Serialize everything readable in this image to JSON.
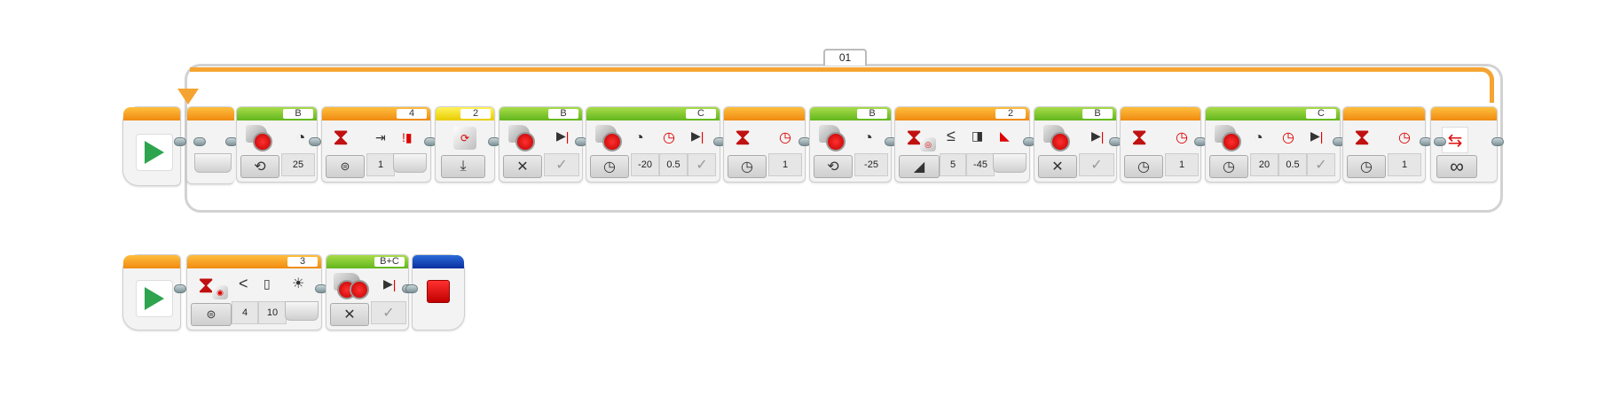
{
  "canvas": {
    "background": "#ffffff"
  },
  "colors": {
    "action_green": "#63b61c",
    "flow_orange": "#f08a10",
    "sensor_yellow": "#e8cc00",
    "advanced_blue": "#0a2fa0",
    "motor_red": "#e01010",
    "start_green": "#2ea44f"
  },
  "program1": {
    "loop": {
      "label": "01",
      "mode_icon": "infinity-icon",
      "mode_symbol": "∞"
    },
    "start": {
      "icon": "play-icon"
    },
    "blocks": [
      {
        "type": "medium-motor",
        "port": "B",
        "mode_icon": "on-icon",
        "mode_symbol": "⟲",
        "params": [
          {
            "icon": "speed-icon",
            "value": "25"
          }
        ]
      },
      {
        "type": "wait-motor-rotation-compare",
        "port": "4",
        "mode_icon": "compare-icon",
        "mode_symbol": "⊜",
        "params": [
          {
            "icon": "bumped-icon",
            "value": "1"
          },
          {
            "icon": "state-icon",
            "value": ""
          }
        ]
      },
      {
        "type": "brick-button",
        "port": "2",
        "mode_icon": "reset-icon",
        "mode_symbol": "⤓",
        "params": []
      },
      {
        "type": "medium-motor",
        "port": "B",
        "mode_icon": "off-icon",
        "mode_symbol": "✕",
        "params": [
          {
            "icon": "brake-icon",
            "value": "✓"
          }
        ]
      },
      {
        "type": "medium-motor",
        "port": "C",
        "mode_icon": "on-for-seconds-icon",
        "mode_symbol": "◷",
        "params": [
          {
            "icon": "speed-icon",
            "value": "-20"
          },
          {
            "icon": "seconds-icon",
            "value": "0.5"
          },
          {
            "icon": "brake-icon",
            "value": "✓"
          }
        ]
      },
      {
        "type": "wait-time",
        "port": "",
        "mode_icon": "timer-icon",
        "mode_symbol": "◷",
        "params": [
          {
            "icon": "seconds-icon",
            "value": "1"
          }
        ]
      },
      {
        "type": "medium-motor",
        "port": "B",
        "mode_icon": "on-icon",
        "mode_symbol": "⟲",
        "params": [
          {
            "icon": "speed-icon",
            "value": "-25"
          }
        ]
      },
      {
        "type": "wait-gyro-compare-angle",
        "port": "2",
        "mode_icon": "compare-angle-icon",
        "mode_symbol": "◢",
        "params": [
          {
            "icon": "compare-type-icon",
            "symbol": "≤",
            "value": "5"
          },
          {
            "icon": "threshold-icon",
            "value": "-45"
          },
          {
            "icon": "angle-icon",
            "value": ""
          }
        ]
      },
      {
        "type": "medium-motor",
        "port": "B",
        "mode_icon": "off-icon",
        "mode_symbol": "✕",
        "params": [
          {
            "icon": "brake-icon",
            "value": "✓"
          }
        ]
      },
      {
        "type": "wait-time",
        "port": "",
        "mode_icon": "timer-icon",
        "mode_symbol": "◷",
        "params": [
          {
            "icon": "seconds-icon",
            "value": "1"
          }
        ]
      },
      {
        "type": "medium-motor",
        "port": "C",
        "mode_icon": "on-for-seconds-icon",
        "mode_symbol": "◷",
        "params": [
          {
            "icon": "speed-icon",
            "value": "20"
          },
          {
            "icon": "seconds-icon",
            "value": "0.5"
          },
          {
            "icon": "brake-icon",
            "value": "✓"
          }
        ]
      },
      {
        "type": "wait-time",
        "port": "",
        "mode_icon": "timer-icon",
        "mode_symbol": "◷",
        "params": [
          {
            "icon": "seconds-icon",
            "value": "1"
          }
        ]
      }
    ]
  },
  "program2": {
    "start": {
      "icon": "play-icon"
    },
    "blocks": [
      {
        "type": "wait-color-sensor-compare",
        "port": "3",
        "mode_icon": "compare-ambient-icon",
        "mode_symbol": "⊜",
        "params": [
          {
            "icon": "compare-type-icon",
            "symbol": "<",
            "value": "4"
          },
          {
            "icon": "threshold-icon",
            "value": "10"
          },
          {
            "icon": "light-icon",
            "symbol": "☀",
            "value": ""
          }
        ]
      },
      {
        "type": "move-steering",
        "port": "B+C",
        "mode_icon": "off-icon",
        "mode_symbol": "✕",
        "params": [
          {
            "icon": "brake-icon",
            "value": "✓"
          }
        ]
      },
      {
        "type": "stop-program",
        "port": "",
        "mode_icon": "stop-icon"
      }
    ]
  }
}
